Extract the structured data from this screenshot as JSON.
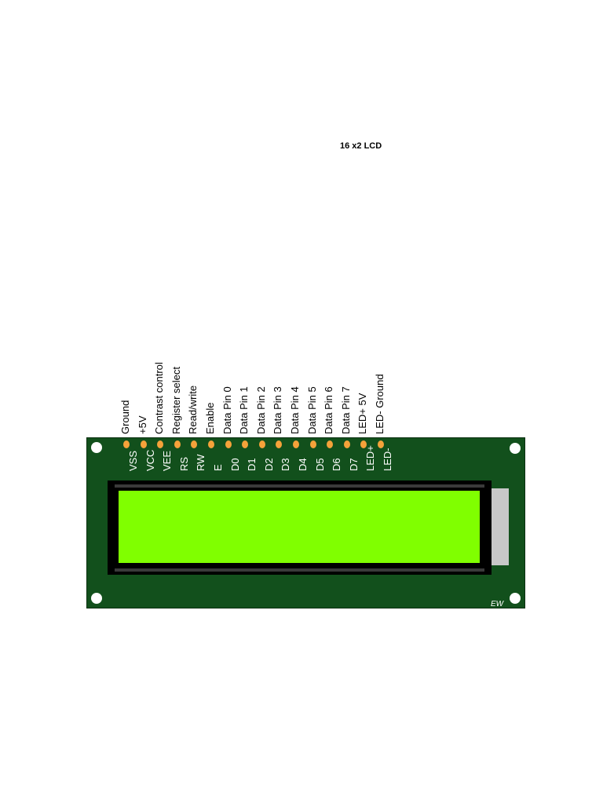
{
  "title": "16 x2 LCD",
  "logo": "EW",
  "pins": [
    {
      "code": "VSS",
      "function": "Ground"
    },
    {
      "code": "VCC",
      "function": "+5V"
    },
    {
      "code": "VEE",
      "function": "Contrast control"
    },
    {
      "code": "RS",
      "function": "Register select"
    },
    {
      "code": "RW",
      "function": "Read/write"
    },
    {
      "code": "E",
      "function": "Enable"
    },
    {
      "code": "D0",
      "function": "Data Pin 0"
    },
    {
      "code": "D1",
      "function": "Data Pin 1"
    },
    {
      "code": "D2",
      "function": "Data Pin 2"
    },
    {
      "code": "D3",
      "function": "Data Pin 3"
    },
    {
      "code": "D4",
      "function": "Data Pin 4"
    },
    {
      "code": "D5",
      "function": "Data Pin 5"
    },
    {
      "code": "D6",
      "function": "Data Pin 6"
    },
    {
      "code": "D7",
      "function": "Data Pin 7"
    },
    {
      "code": "LED+",
      "function": "LED+ 5V"
    },
    {
      "code": "LED-",
      "function": "LED- Ground"
    }
  ],
  "colors": {
    "pcb": "#12501c",
    "screen": "#80ff00",
    "pad": "#f5a23a",
    "bezel": "#000000"
  }
}
